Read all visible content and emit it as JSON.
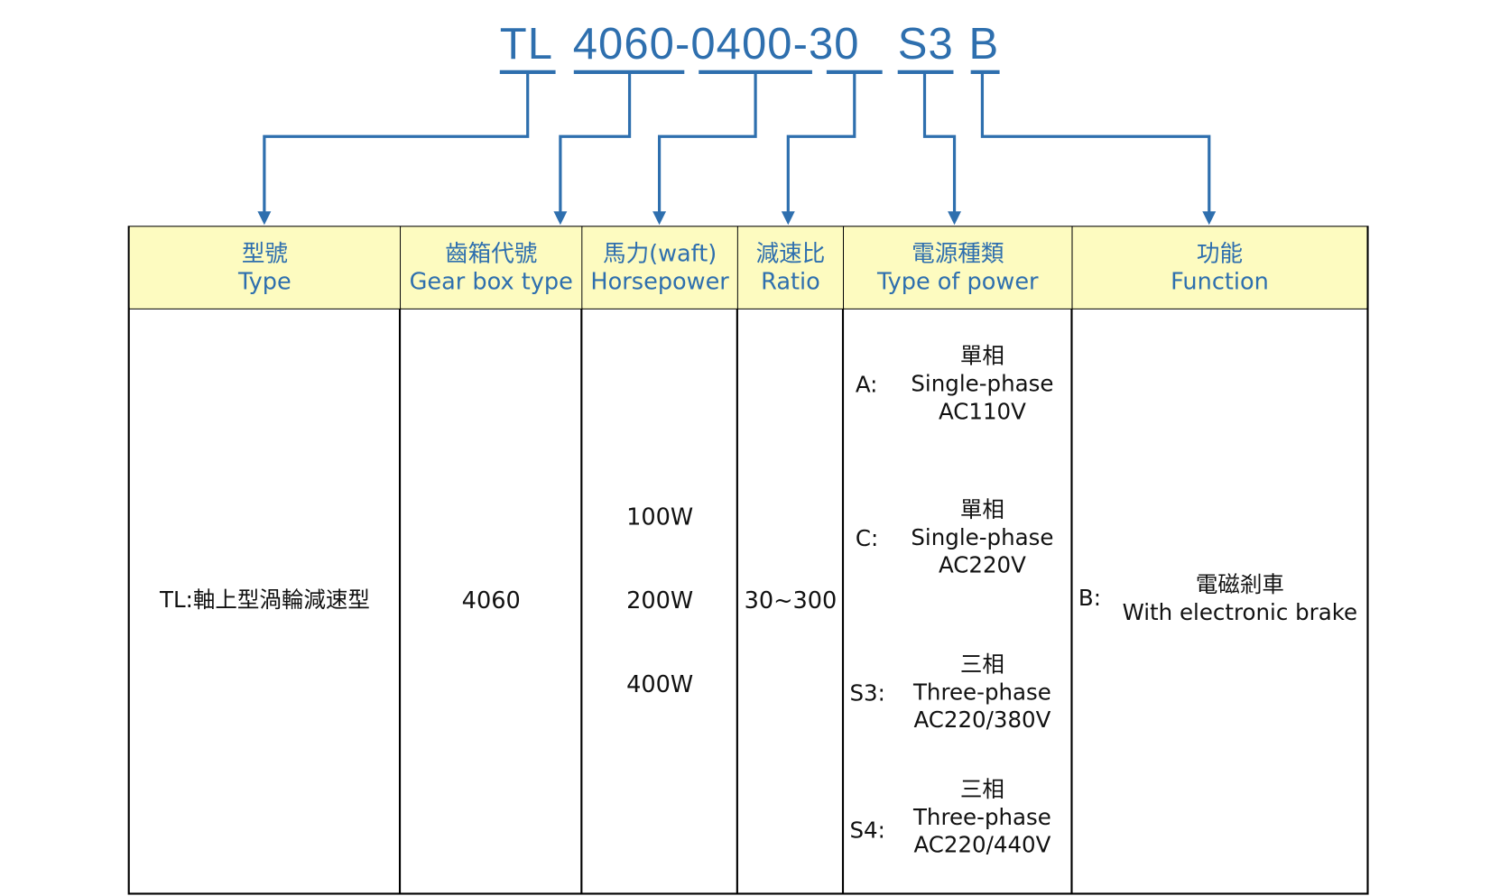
{
  "model_code": {
    "parts": [
      "TL",
      "4060-0400-30",
      "S3",
      "B"
    ]
  },
  "headers": [
    {
      "zh": "型號",
      "en": "Type"
    },
    {
      "zh": "齒箱代號",
      "en": "Gear box type"
    },
    {
      "zh": "馬力(waft)",
      "en": "Horsepower"
    },
    {
      "zh": "減速比",
      "en": "Ratio"
    },
    {
      "zh": "電源種類",
      "en": "Type of power"
    },
    {
      "zh": "功能",
      "en": "Function"
    }
  ],
  "type": "TL:軸上型渦輪減速型",
  "gearbox": "4060",
  "horsepower": [
    "100W",
    "200W",
    "400W"
  ],
  "ratio": "30~300",
  "power": [
    {
      "key": "A:",
      "zh": "單相",
      "en": "Single-phase",
      "volt": "AC110V"
    },
    {
      "key": "C:",
      "zh": "單相",
      "en": "Single-phase",
      "volt": "AC220V"
    },
    {
      "key": "S3:",
      "zh": "三相",
      "en": "Three-phase",
      "volt": "AC220/380V"
    },
    {
      "key": "S4:",
      "zh": "三相",
      "en": "Three-phase",
      "volt": "AC220/440V"
    }
  ],
  "function": {
    "key": "B:",
    "zh": "電磁剎車",
    "en": "With electronic brake"
  },
  "colors": {
    "accent": "#2e6fae",
    "header_bg": "#fdfbc0"
  }
}
